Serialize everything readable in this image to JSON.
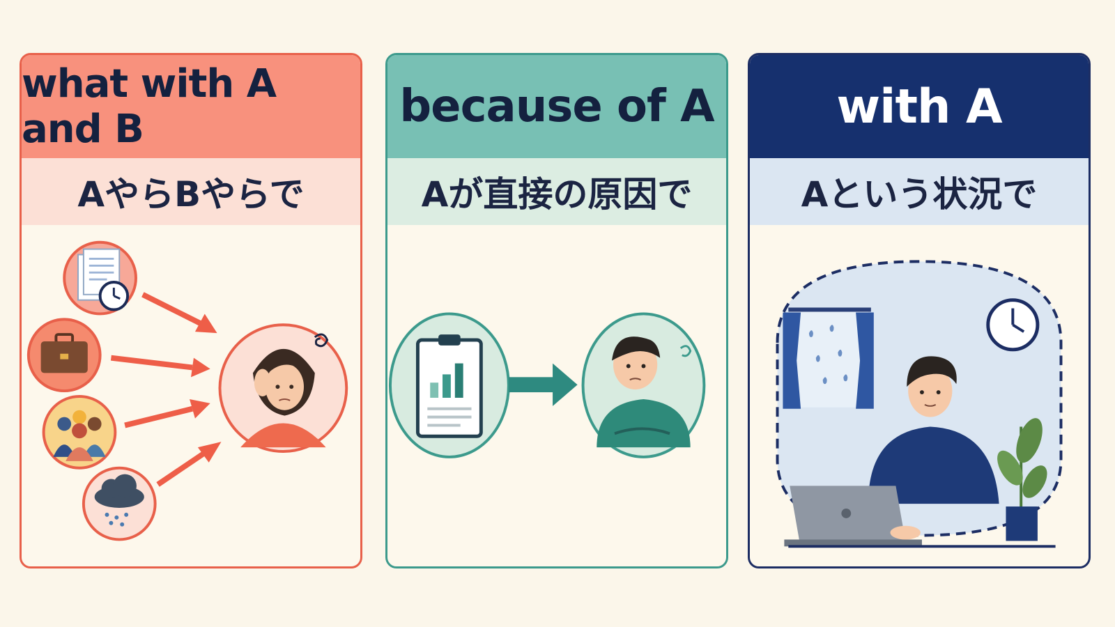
{
  "cards": [
    {
      "title": "what with A and B",
      "subtitle": "AやらBやらで"
    },
    {
      "title": "because of A",
      "subtitle": "Aが直接の原因で"
    },
    {
      "title": "with A",
      "subtitle": "Aという状況で"
    }
  ],
  "colors": {
    "background": "#fbf6ea",
    "card1_accent": "#e8604a",
    "card2_accent": "#3c9a8c",
    "card3_accent": "#16306e"
  },
  "icons": {
    "card1": [
      "documents-clock-icon",
      "briefcase-icon",
      "crowd-icon",
      "rain-cloud-icon",
      "stressed-woman-icon"
    ],
    "card2": [
      "report-clipboard-icon",
      "arrow-right-icon",
      "worried-man-icon"
    ],
    "card3": [
      "rainy-window-icon",
      "wall-clock-icon",
      "man-at-laptop-icon",
      "potted-plant-icon"
    ]
  }
}
